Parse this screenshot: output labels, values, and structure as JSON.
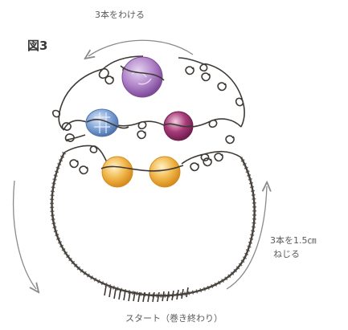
{
  "figure_label": "図3",
  "labels": {
    "split_three": "3本をわける",
    "twist_line1": "3本を1.5㎝",
    "twist_line2": "ねじる",
    "start_end": "スタート（巻き終わり）"
  },
  "colors": {
    "wire": "#3f3a35",
    "arrow": "#8a8a8a",
    "bead_purple": "#b083c8",
    "bead_blue": "#7ea2d6",
    "bead_magenta": "#a83a7a",
    "bead_orange": "#f0b446"
  }
}
